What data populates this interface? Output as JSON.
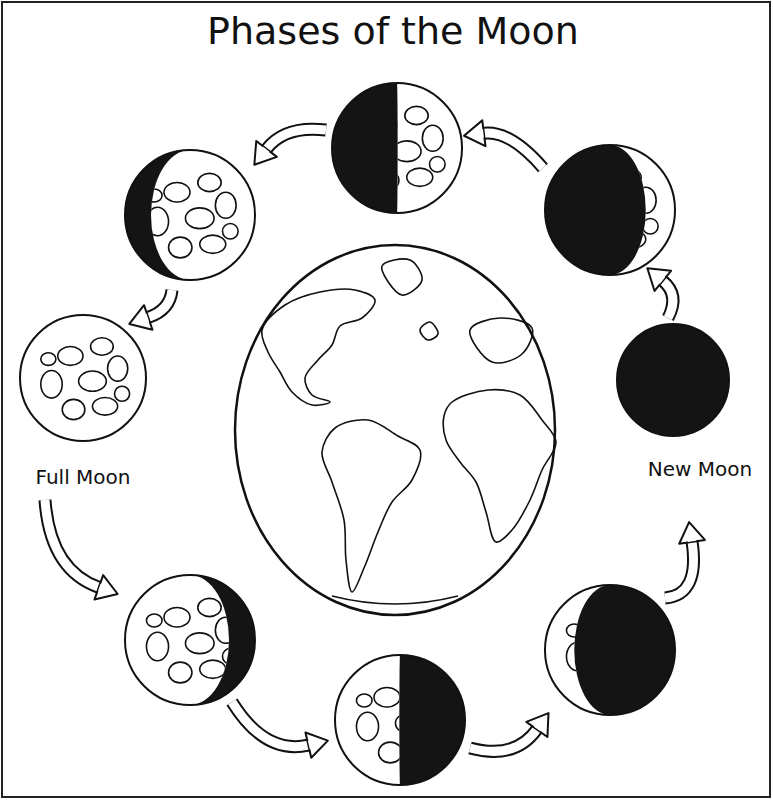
{
  "diagram": {
    "title": "Phases of the Moon",
    "labels": [
      "Full Moon",
      "New Moon"
    ]
  }
}
